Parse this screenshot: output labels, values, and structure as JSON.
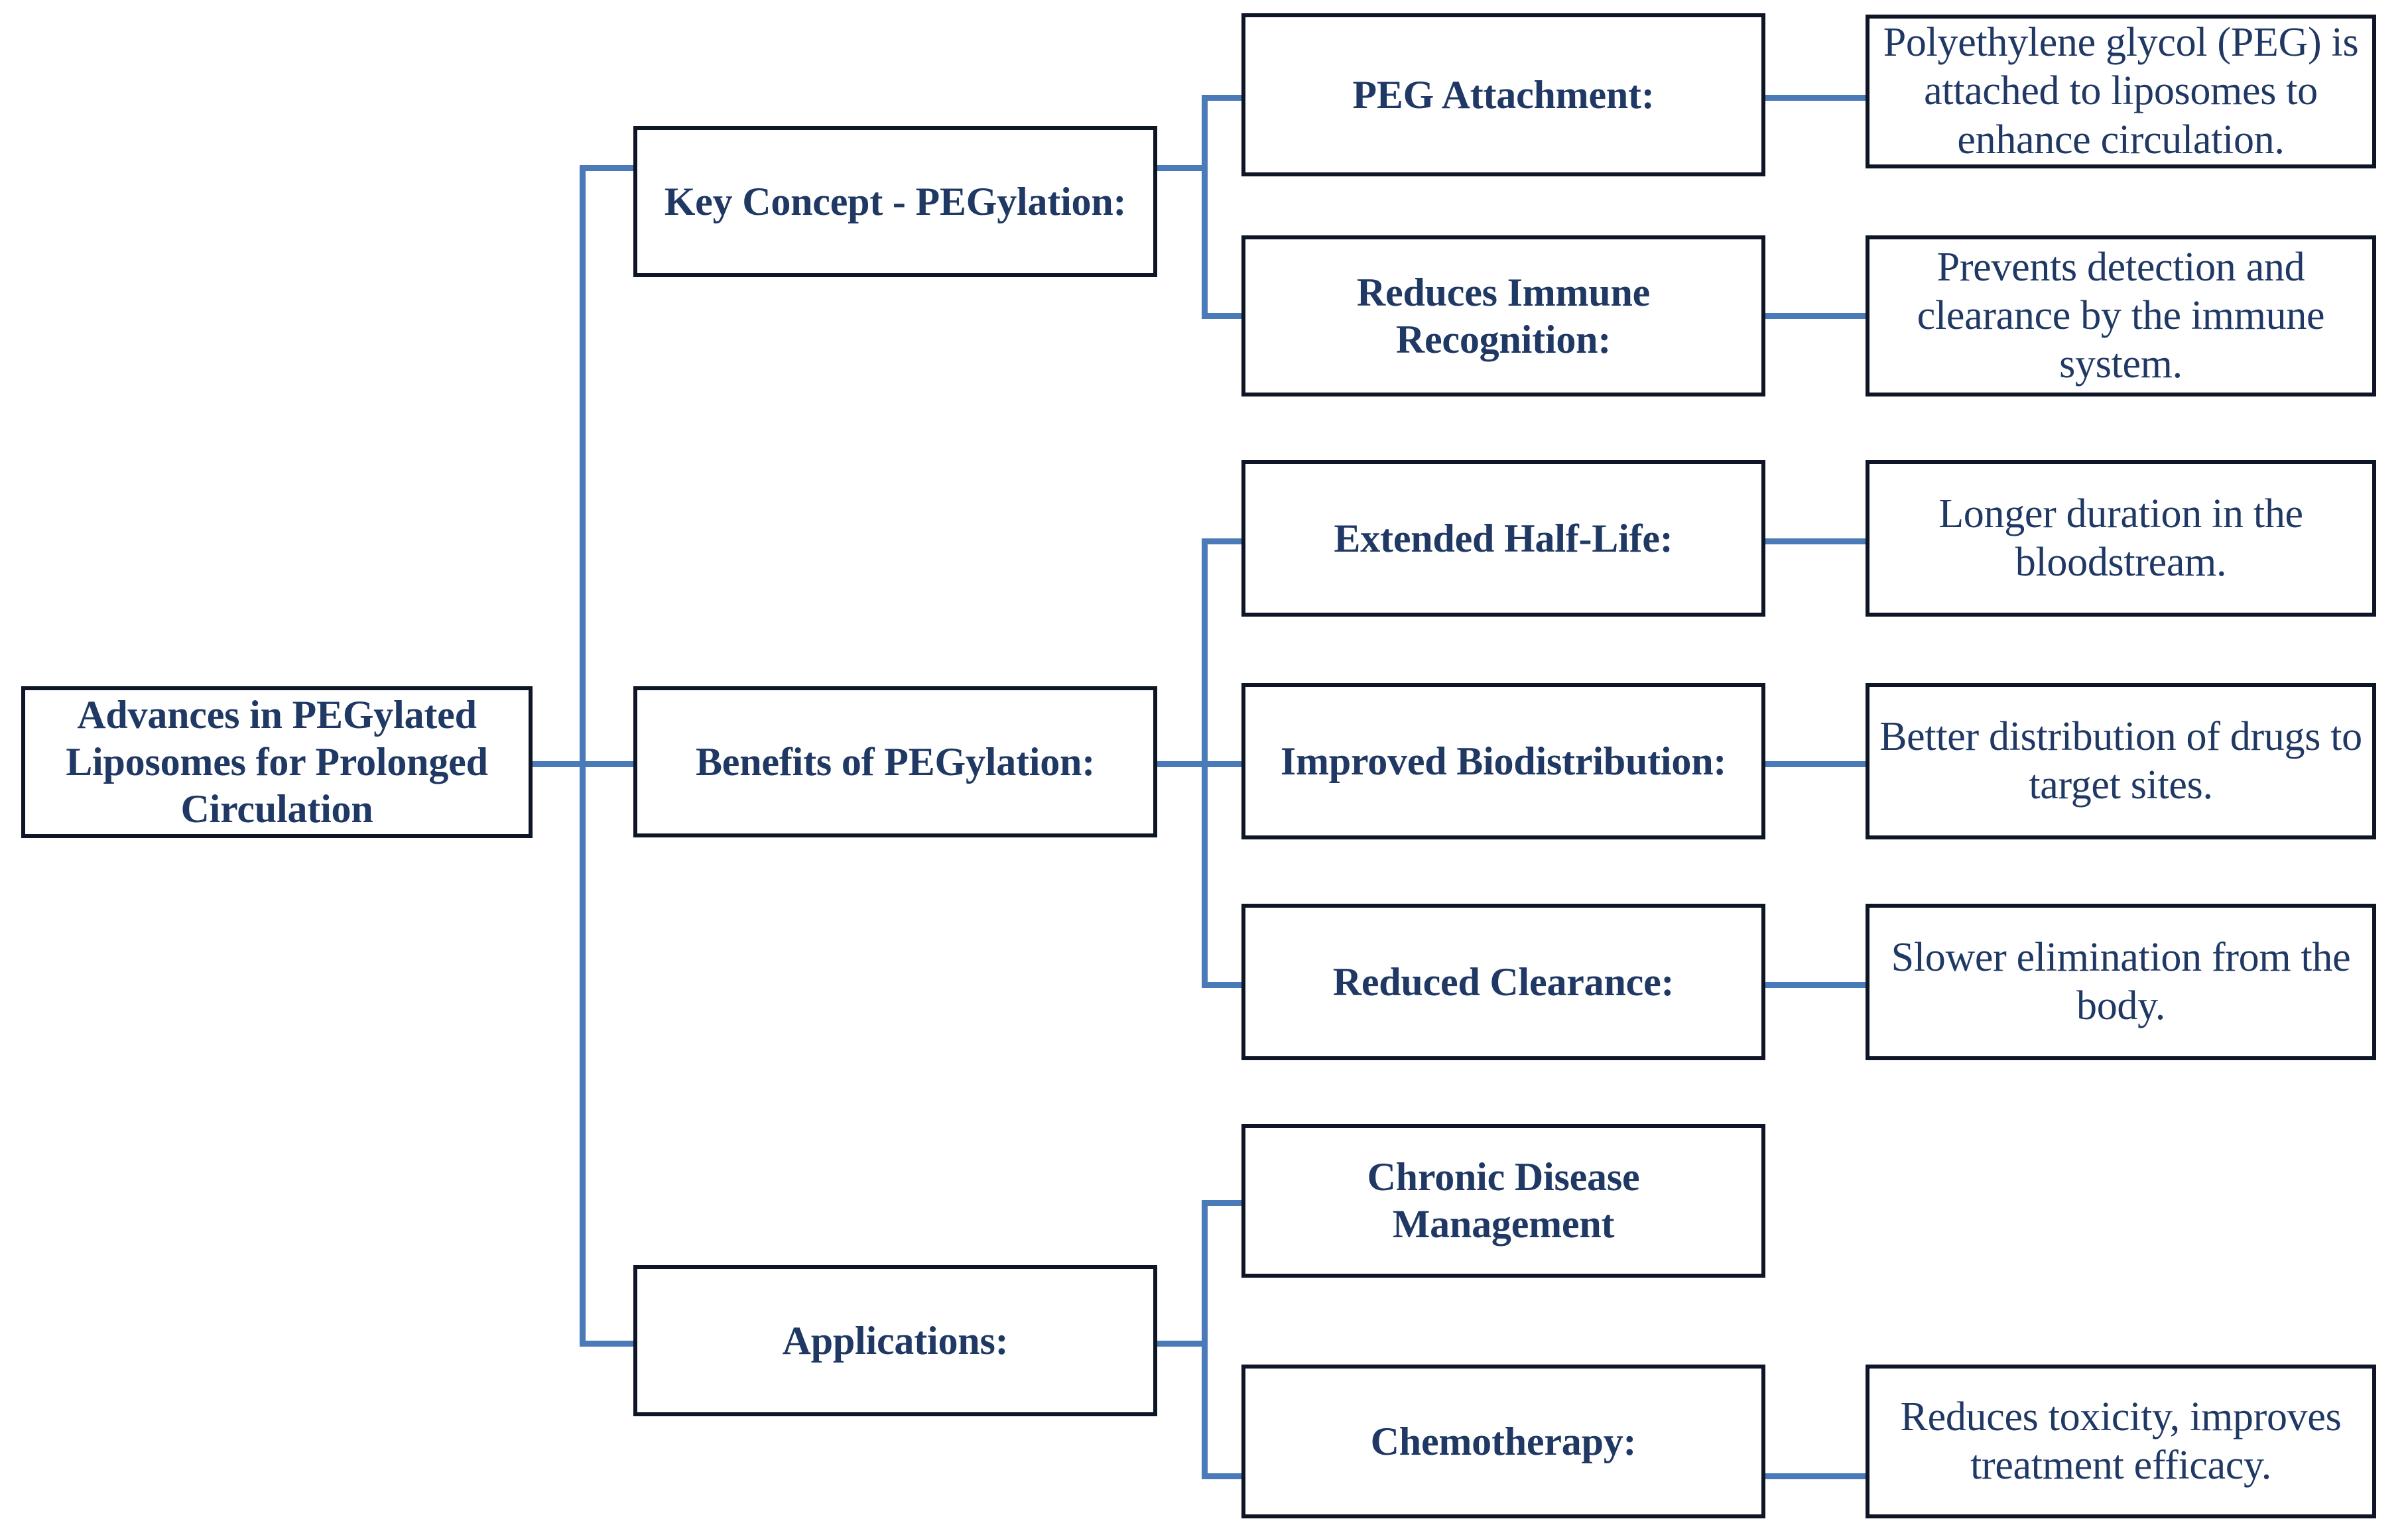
{
  "diagram": {
    "type": "hierarchical-tree",
    "orientation": "left-to-right",
    "accent_color": "#4A7AB8",
    "text_color": "#1F3864",
    "border_color": "#0D1526",
    "background_color": "#FFFFFF",
    "root": {
      "label": "Advances in PEGylated Liposomes for Prolonged Circulation"
    },
    "branches": [
      {
        "label": "Key Concept - PEGylation:",
        "children": [
          {
            "label": "PEG Attachment:",
            "detail": "Polyethylene glycol (PEG) is attached to liposomes to enhance circulation."
          },
          {
            "label": "Reduces Immune Recognition:",
            "detail": "Prevents detection and clearance by the immune system."
          }
        ]
      },
      {
        "label": "Benefits of PEGylation:",
        "children": [
          {
            "label": "Extended Half-Life:",
            "detail": "Longer duration in the bloodstream."
          },
          {
            "label": "Improved Biodistribution:",
            "detail": "Better distribution of drugs to target sites."
          },
          {
            "label": "Reduced Clearance:",
            "detail": "Slower elimination from the body."
          }
        ]
      },
      {
        "label": "Applications:",
        "children": [
          {
            "label": "Chronic Disease Management",
            "detail": ""
          },
          {
            "label": "Chemotherapy:",
            "detail": "Reduces toxicity, improves treatment efficacy."
          }
        ]
      }
    ]
  }
}
